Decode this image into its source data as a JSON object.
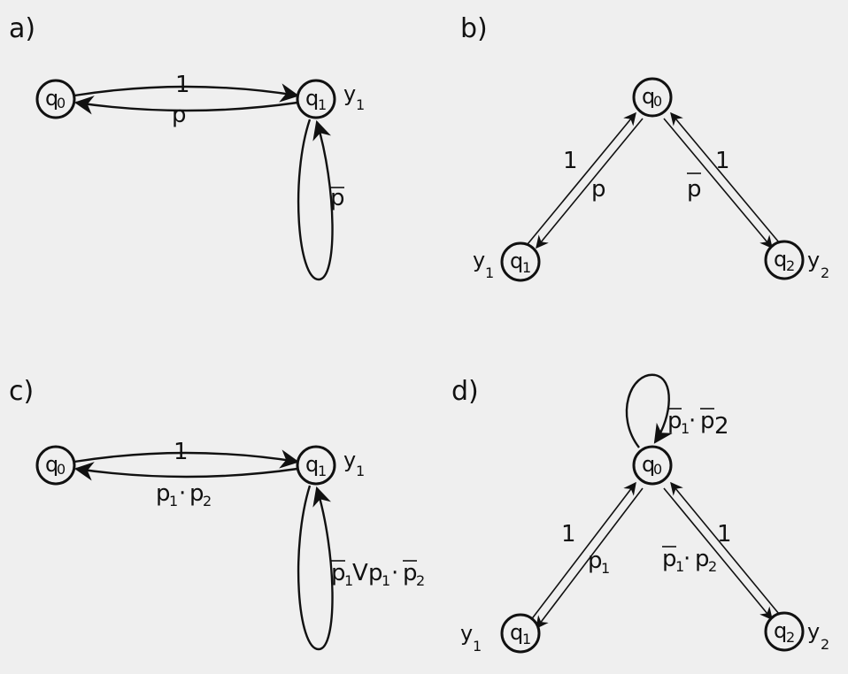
{
  "panels": {
    "a": "a)",
    "b": "b)",
    "c": "c)",
    "d": "d)"
  },
  "states": {
    "q0": {
      "main": "q",
      "sub": "0"
    },
    "q1": {
      "main": "q",
      "sub": "1"
    },
    "q2": {
      "main": "q",
      "sub": "2"
    }
  },
  "outputs": {
    "y1": {
      "main": "y",
      "sub": "1"
    },
    "y2": {
      "main": "y",
      "sub": "2"
    }
  },
  "edge_labels": {
    "a_one": "1",
    "a_p": "p",
    "a_pbar": "p",
    "b_one_left": "1",
    "b_p": "p",
    "b_pbar": "p",
    "b_one_right": "1",
    "c_one": "1",
    "c_p1p2": "p1·p2",
    "c_loop": "p1Vp1·p2",
    "d_loop": "p1·p2",
    "d_one_left": "1",
    "d_p1": "p1",
    "d_p1barp2": "p1·p2",
    "d_one_right": "1"
  },
  "glyphs": {
    "p": "p",
    "dot": "·",
    "or": "V",
    "one": "1"
  }
}
